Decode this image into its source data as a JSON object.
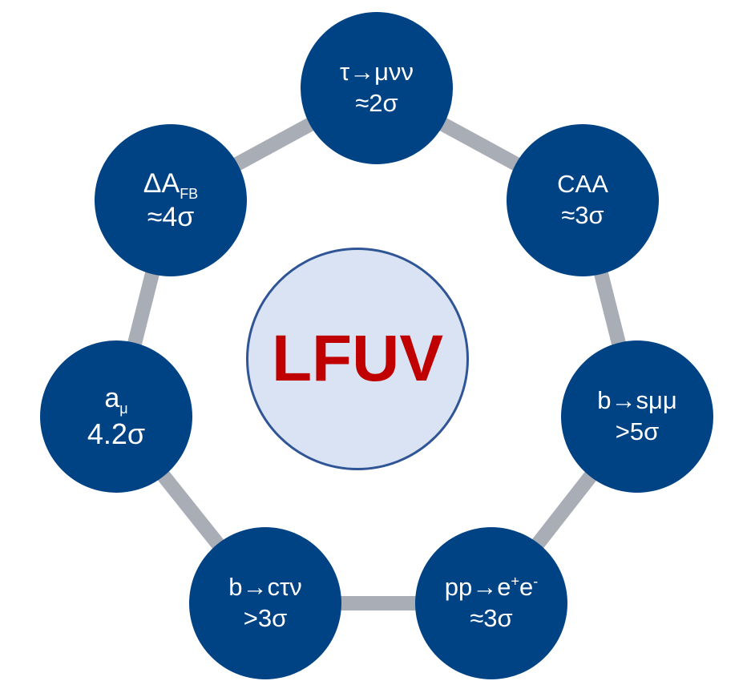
{
  "center": {
    "label": "LFUV"
  },
  "nodes": {
    "tau_munu": {
      "line1": "τ→μνν",
      "line2": "≈2σ"
    },
    "caa": {
      "line1": "CAA",
      "line2": "≈3σ"
    },
    "b_smumu": {
      "line1": "b→sμμ",
      "line2": ">5σ"
    },
    "pp_ee": {
      "line1_base": "pp→e",
      "sup1": "+",
      "mid": "e",
      "sup2": "-",
      "line2": "≈3σ"
    },
    "b_ctaunu": {
      "line1": "b→cτν",
      "line2": ">3σ"
    },
    "a_mu": {
      "base": "a",
      "sub": "μ",
      "line2": "4.2σ"
    },
    "delta_afb": {
      "base": "ΔA",
      "sub": "FB",
      "line2": "≈4σ"
    }
  },
  "colors": {
    "node_fill": "#004385",
    "center_fill": "#dae3f3",
    "center_border": "#2f5597",
    "center_text": "#c00000",
    "ring": "#a9adb6"
  }
}
